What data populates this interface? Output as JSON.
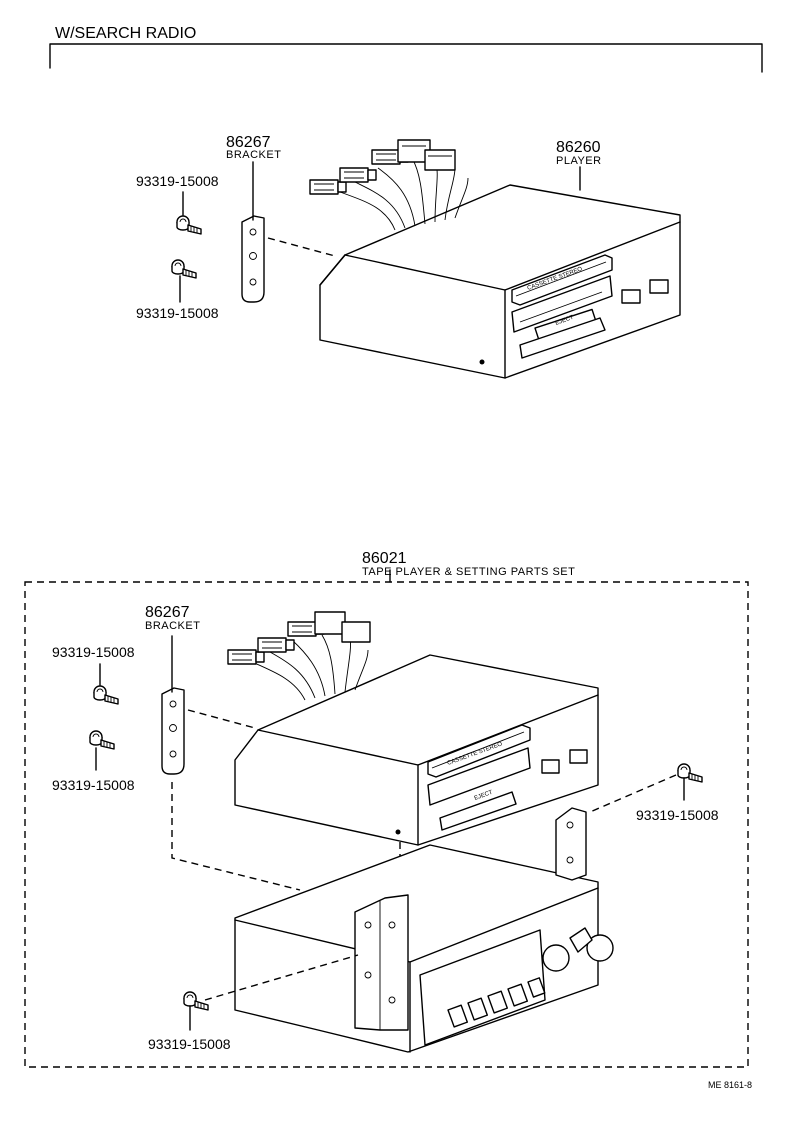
{
  "header": {
    "title": "W/SEARCH  RADIO"
  },
  "top_assembly": {
    "player_number": "86260",
    "player_name": "PLAYER",
    "bracket_number": "86267",
    "bracket_name": "BRACKET",
    "screw_upper": "93319-15008",
    "screw_lower": "93319-15008",
    "deck_label": "CASSETTE STEREO",
    "eject_label": "EJECT"
  },
  "bottom_assembly": {
    "set_number": "86021",
    "set_name": "TAPE PLAYER & SETTING PARTS SET",
    "bracket_number": "86267",
    "bracket_name": "BRACKET",
    "screw_upper_left": "93319-15008",
    "screw_lower_left": "93319-15008",
    "screw_right": "93319-15008",
    "screw_bottom": "93319-15008",
    "deck_label": "CASSETTE STEREO",
    "eject_label": "EJECT"
  },
  "footer": {
    "code": "ME  8161-8"
  }
}
